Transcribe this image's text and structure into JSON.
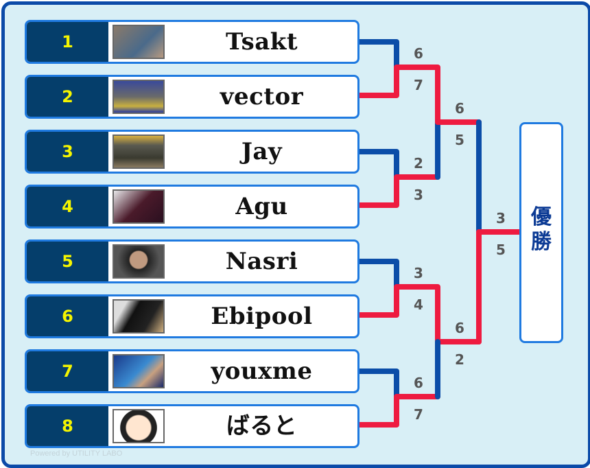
{
  "bracket": {
    "players": [
      {
        "seed": "1",
        "name": "Tsakt",
        "photo": "player-photo-tsakt"
      },
      {
        "seed": "2",
        "name": "vector",
        "photo": "player-photo-vector"
      },
      {
        "seed": "3",
        "name": "Jay",
        "photo": "player-photo-jay"
      },
      {
        "seed": "4",
        "name": "Agu",
        "photo": "player-photo-agu"
      },
      {
        "seed": "5",
        "name": "Nasri",
        "photo": "player-photo-nasri"
      },
      {
        "seed": "6",
        "name": "Ebipool",
        "photo": "player-photo-ebipool"
      },
      {
        "seed": "7",
        "name": "youxme",
        "photo": "player-photo-youxme"
      },
      {
        "seed": "8",
        "name": "ばると",
        "photo": "player-photo-baruto"
      }
    ],
    "round1": [
      {
        "top_score": "6",
        "bottom_score": "7",
        "winner": "bottom"
      },
      {
        "top_score": "2",
        "bottom_score": "3",
        "winner": "bottom"
      },
      {
        "top_score": "3",
        "bottom_score": "4",
        "winner": "bottom"
      },
      {
        "top_score": "6",
        "bottom_score": "7",
        "winner": "bottom"
      }
    ],
    "semifinals": [
      {
        "top_score": "6",
        "bottom_score": "5",
        "winner": "top"
      },
      {
        "top_score": "6",
        "bottom_score": "2",
        "winner": "top"
      }
    ],
    "final": {
      "top_score": "3",
      "bottom_score": "5",
      "winner": "bottom"
    },
    "champion_label": "優勝",
    "colors": {
      "loser_line": "#0b4da8",
      "winner_line": "#ee1b40",
      "seed_bg": "#053e6b",
      "seed_text": "#f5f500",
      "frame": "#0b4aa8",
      "background": "#d8eff6"
    }
  },
  "footer": {
    "credit": "Powered by UTILITY LABO"
  }
}
